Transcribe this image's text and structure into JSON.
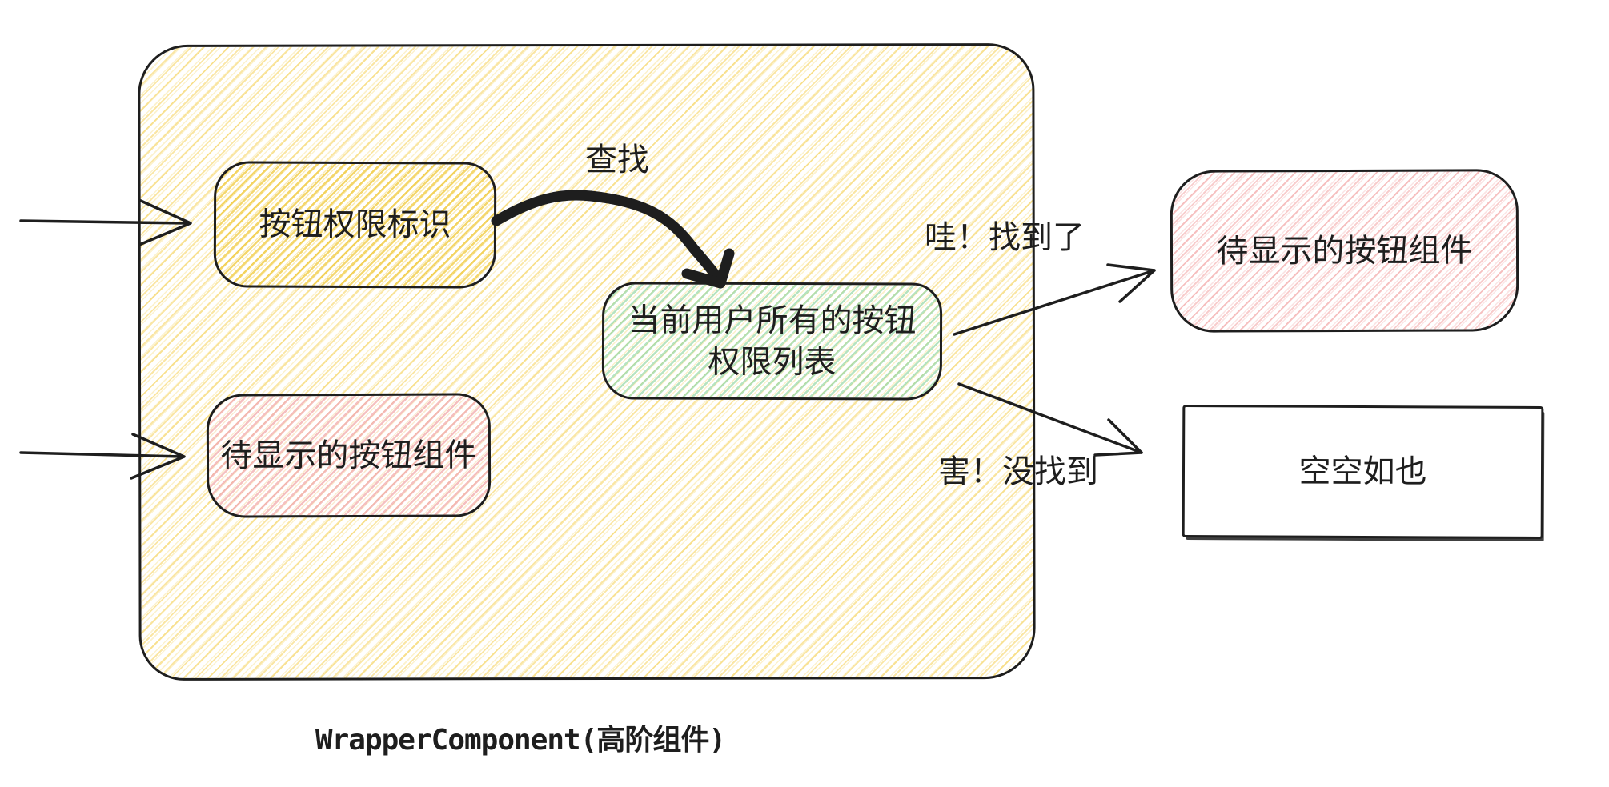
{
  "title": "WrapperComponent(高阶组件)",
  "colors": {
    "ink": "#1E1E1E",
    "yellow_hatch": "#F0C630",
    "pink_hatch": "#EE9696",
    "green_hatch": "#6EC882",
    "background": "#FFFFFF"
  },
  "nodes": {
    "permission_flag": {
      "label": "按钮权限标识"
    },
    "pending_button_inner": {
      "label": "待显示的按钮组件"
    },
    "permission_list": {
      "label": "当前用户所有的按钮权限列表"
    },
    "pending_button_outer": {
      "label": "待显示的按钮组件"
    },
    "empty_result": {
      "label": "空空如也"
    }
  },
  "edges": {
    "search": {
      "label": "查找"
    },
    "found": {
      "label": "哇！找到了"
    },
    "not_found": {
      "label": "害！没找到"
    }
  }
}
